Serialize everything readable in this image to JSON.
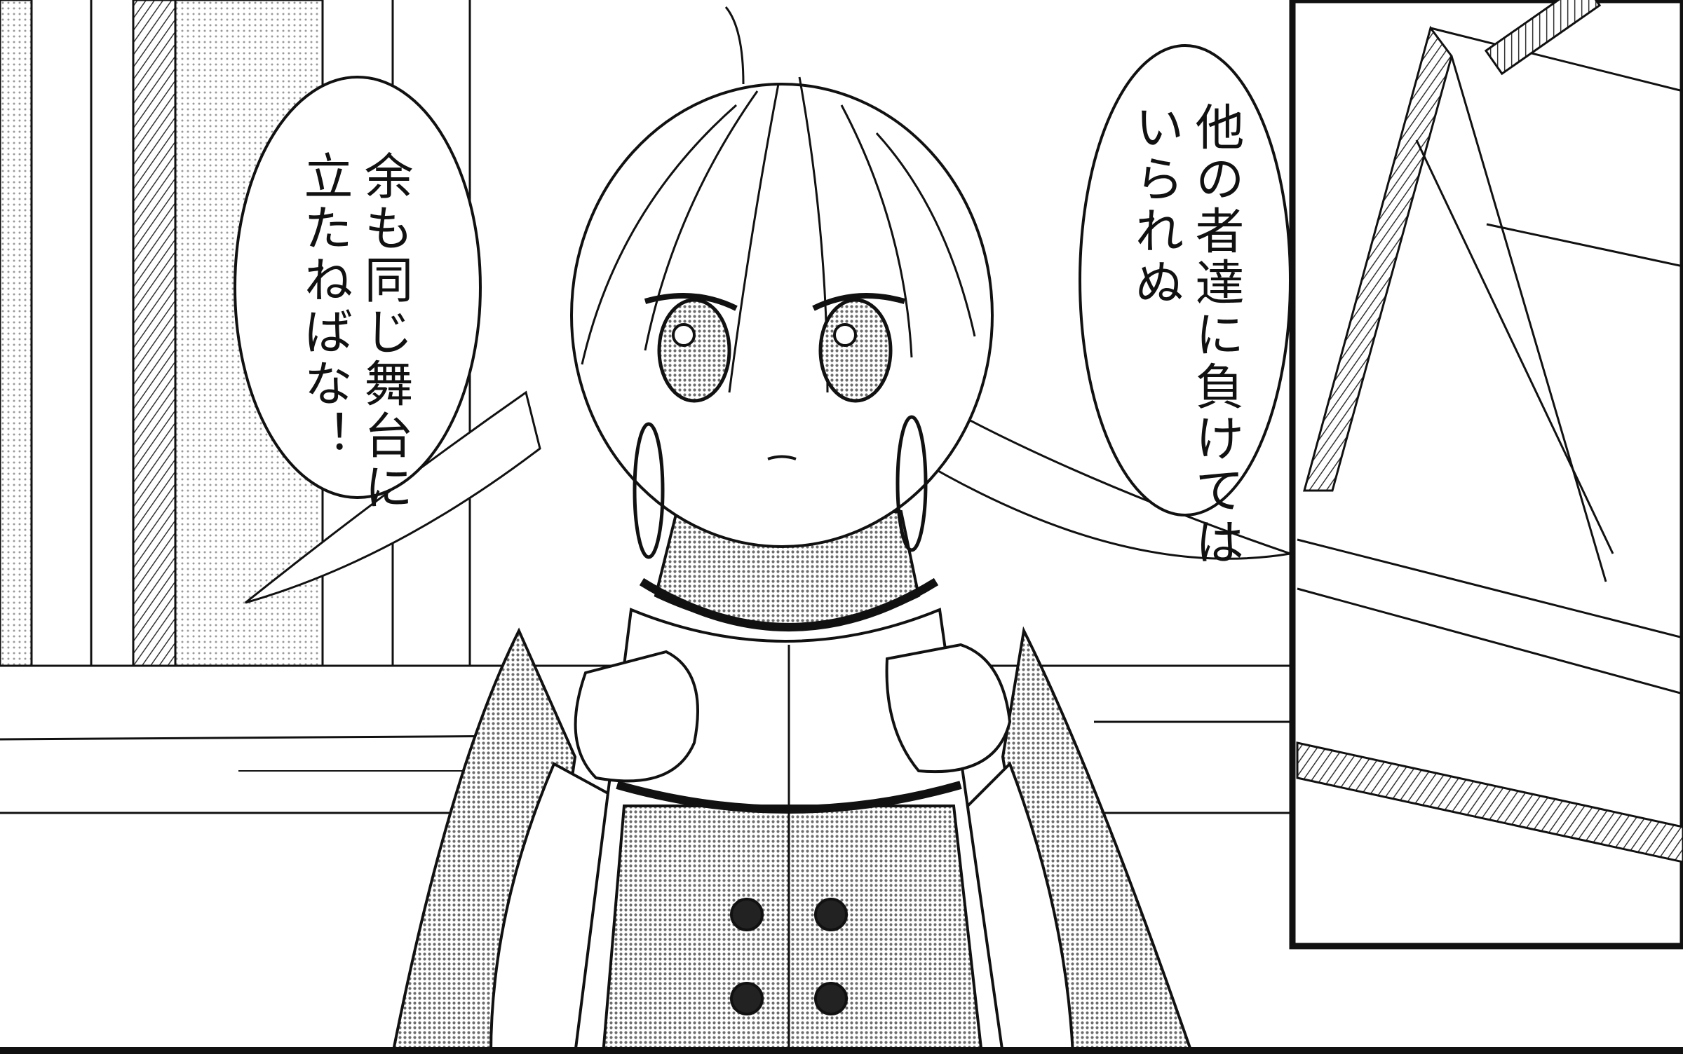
{
  "bubbles": {
    "left": {
      "line1": "余も同じ舞台に",
      "line2": "立たねばな！"
    },
    "right": {
      "line1": "他の者達に負けては",
      "line2": "いられぬ"
    }
  },
  "colors": {
    "ink": "#111111",
    "paper": "#ffffff",
    "screentone": "#8a8a8a"
  }
}
